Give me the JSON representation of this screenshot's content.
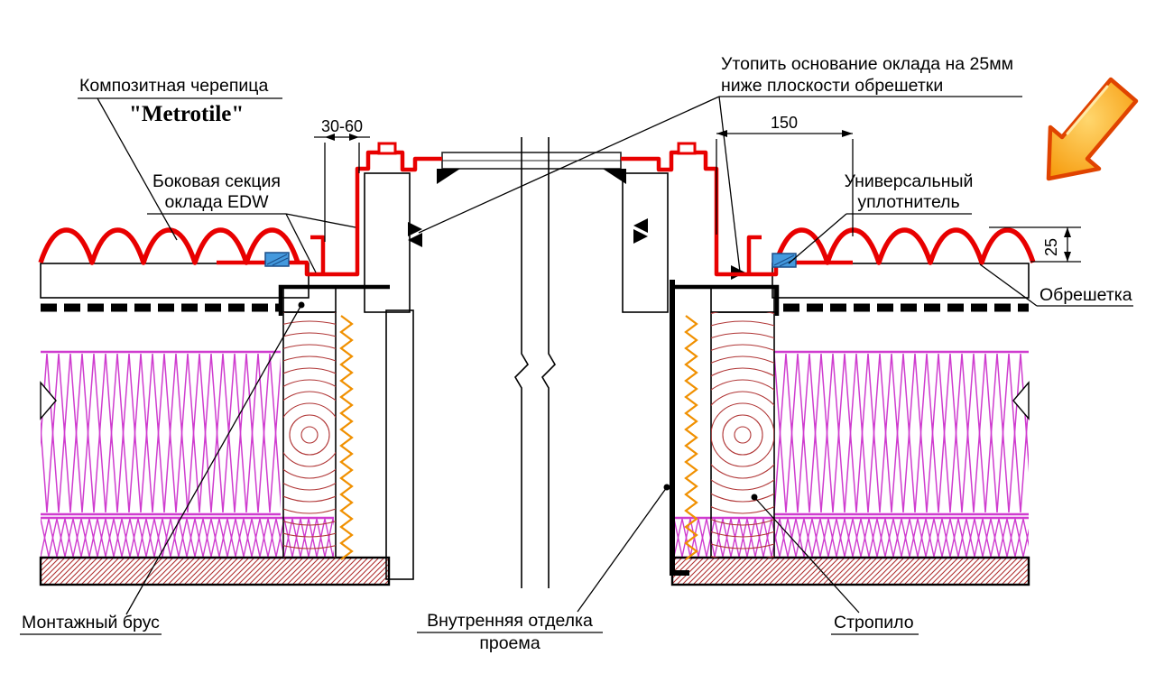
{
  "title": "Roof window flashing installation detail",
  "labels": {
    "composite_tile": {
      "text": "Композитная черепица",
      "brand": "\"Metrotile\""
    },
    "side_section": {
      "line1": "Боковая секция",
      "line2": "оклада EDW"
    },
    "sink_note": {
      "line1": "Утопить основание оклада на 25мм",
      "line2": "ниже плоскости обрешетки"
    },
    "seal": {
      "line1": "Универсальный",
      "line2": "уплотнитель"
    },
    "lathing": "Обрешетка",
    "mounting_beam": "Монтажный брус",
    "inner_finish": {
      "line1": "Внутренняя отделка",
      "line2": "проема"
    },
    "rafter": "Стропило"
  },
  "dimensions": {
    "flashing_offset": "30-60",
    "apron_width": "150",
    "recess_depth": "25"
  },
  "colors": {
    "flash": "#e80000",
    "hatch": "#b03030",
    "grain": "#b03535",
    "insul": "#cf3ccf",
    "deck": "#2f7d32",
    "seal": "#4499dd",
    "sealdark": "#1b4f8a",
    "foam": "#f09000",
    "arrow1": "#ffd76e",
    "arrow2": "#f59300",
    "arrowline": "#e04300",
    "ink": "#000000"
  },
  "icons": {
    "arrow": "down-left-arrow"
  }
}
